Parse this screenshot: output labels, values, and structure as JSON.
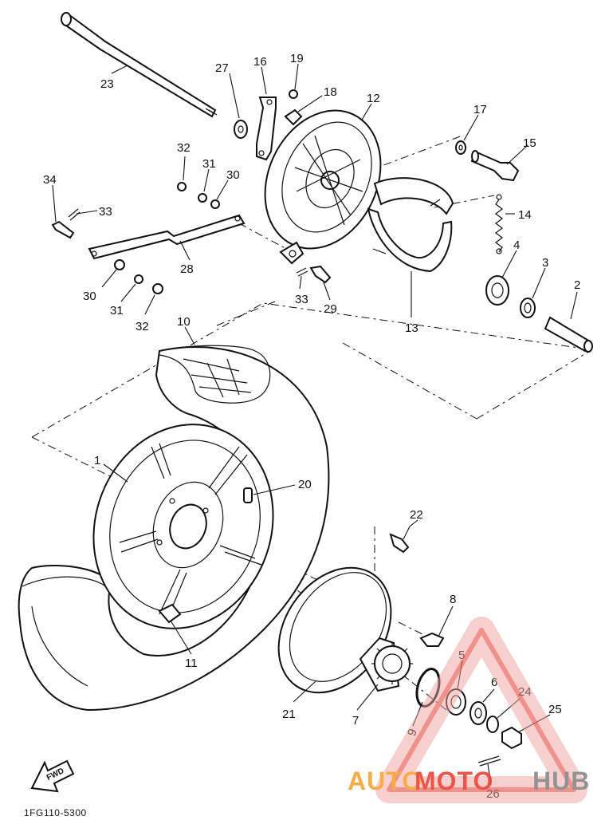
{
  "diagram": {
    "callouts": {
      "p1": "1",
      "p2": "2",
      "p3": "3",
      "p4": "4",
      "p5": "5",
      "p6": "6",
      "p7": "7",
      "p8": "8",
      "p9": "9",
      "p10": "10",
      "p11": "11",
      "p12": "12",
      "p13": "13",
      "p14": "14",
      "p15": "15",
      "p16": "16",
      "p17": "17",
      "p18": "18",
      "p19": "19",
      "p20": "20",
      "p21": "21",
      "p22": "22",
      "p23": "23",
      "p24": "24",
      "p25": "25",
      "p26": "26",
      "p27": "27",
      "p28": "28",
      "p29": "29",
      "p30a": "30",
      "p30b": "30",
      "p31a": "31",
      "p31b": "31",
      "p32a": "32",
      "p32b": "32",
      "p33a": "33",
      "p33b": "33",
      "p34": "34"
    },
    "direction_label": "FWD",
    "reference_code": "1FG110-5300"
  },
  "watermark": {
    "brand_part1": "AUTO",
    "brand_part2": "MOTO",
    "brand_part3": "HUB",
    "colors": {
      "orange": "#f6a63a",
      "red": "#e8473a",
      "gray": "#8a8a8a",
      "pink": "#f0a0a0"
    }
  }
}
